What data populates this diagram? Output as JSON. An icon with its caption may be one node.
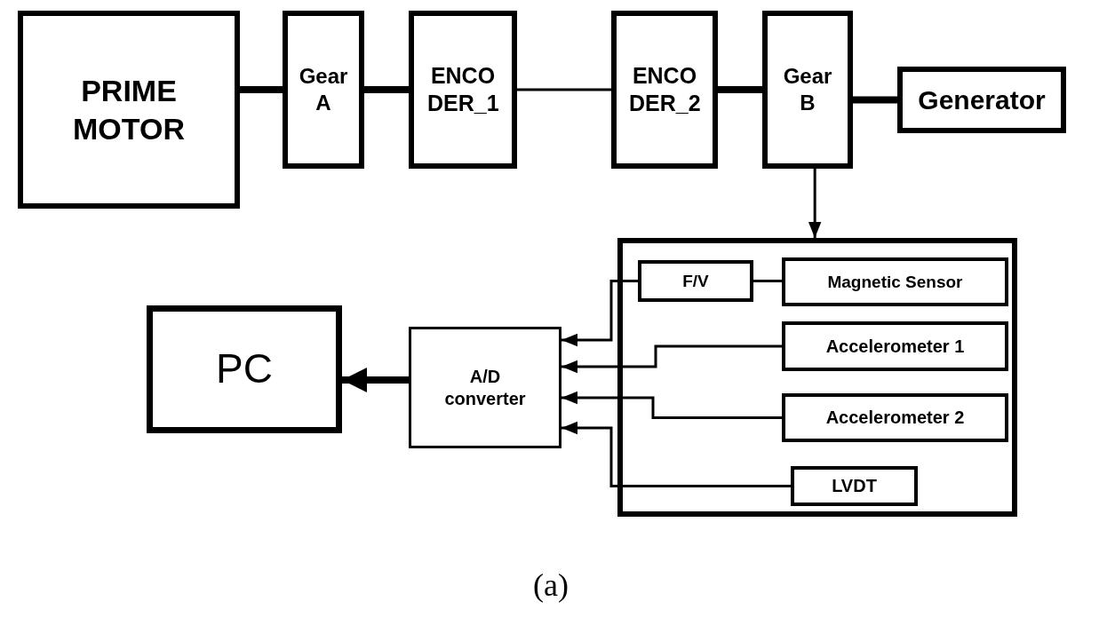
{
  "diagram": {
    "caption": "(a)",
    "nodes": [
      {
        "text": [
          "PRIME MOTOR"
        ]
      },
      {
        "text": [
          "Gear A"
        ]
      },
      {
        "text": [
          "ENCO DER_1"
        ]
      },
      {
        "text": [
          "ENCO DER_2"
        ]
      },
      {
        "text": [
          "Gear B"
        ]
      },
      {
        "text": [
          "Generator"
        ]
      },
      {
        "text": [],
        "shape": "box"
      },
      {
        "text": [
          "F/V"
        ],
        "in": 6
      },
      {
        "text": [
          "Magnetic Sensor"
        ],
        "in": 6
      },
      {
        "text": [
          "Accelerometer 1"
        ],
        "in": 6
      },
      {
        "text": [
          "Accelerometer 2"
        ],
        "in": 6
      },
      {
        "text": [
          "LVDT"
        ],
        "in": 6
      },
      {
        "text": [
          "A/D converter"
        ]
      },
      {
        "text": [
          "PC"
        ]
      }
    ],
    "edges": [
      {
        "from": 0,
        "to": 1,
        "arrow": "none",
        "style": "thick"
      },
      {
        "from": 1,
        "to": 2,
        "arrow": "none",
        "style": "thick"
      },
      {
        "from": 2,
        "to": 3,
        "arrow": "none"
      },
      {
        "from": 3,
        "to": 4,
        "arrow": "none",
        "style": "thick"
      },
      {
        "from": 4,
        "to": 5,
        "arrow": "none",
        "style": "thick"
      },
      {
        "from": 4,
        "to": 6,
        "arrow": "to"
      },
      {
        "from": 8,
        "to": 7,
        "arrow": "none"
      },
      {
        "from": 7,
        "to": 12,
        "arrow": "to"
      },
      {
        "from": 9,
        "to": 12,
        "arrow": "to"
      },
      {
        "from": 10,
        "to": 12,
        "arrow": "to"
      },
      {
        "from": 11,
        "to": 12,
        "arrow": "to"
      },
      {
        "from": 12,
        "to": 13,
        "arrow": "to",
        "style": "thick"
      }
    ]
  }
}
